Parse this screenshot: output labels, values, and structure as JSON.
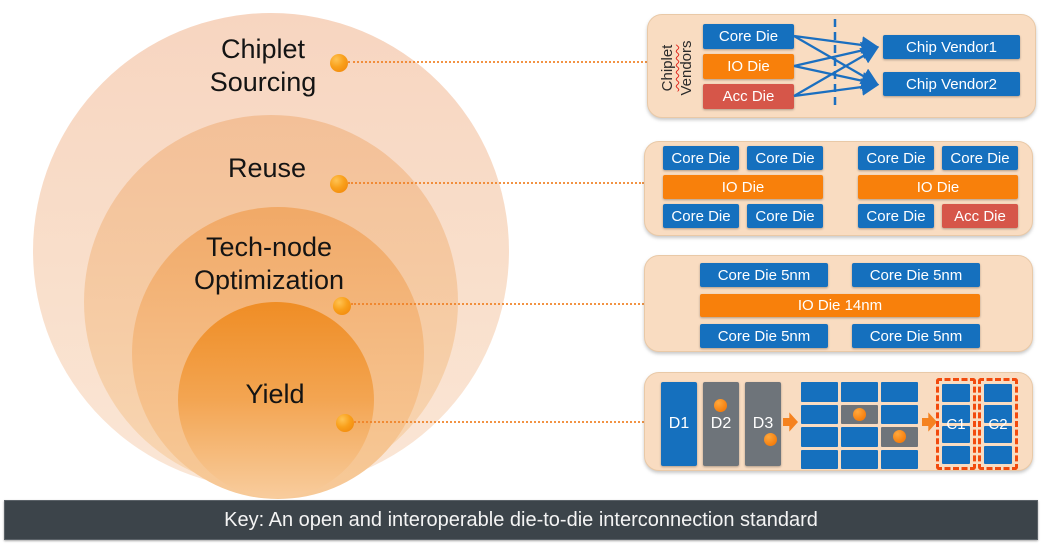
{
  "rings": [
    {
      "line1": "Chiplet",
      "line2": "Sourcing"
    },
    {
      "line1": "Reuse",
      "line2": ""
    },
    {
      "line1": "Tech-node",
      "line2": "Optimization"
    },
    {
      "line1": "Yield",
      "line2": ""
    }
  ],
  "panel_sourcing": {
    "vendor_label": {
      "line1": "Chiplet",
      "line2": "Vendors"
    },
    "dies": [
      {
        "label": "Core Die"
      },
      {
        "label": "IO Die"
      },
      {
        "label": "Acc Die"
      }
    ],
    "chip_vendors": [
      {
        "label": "Chip Vendor1"
      },
      {
        "label": "Chip Vendor2"
      }
    ]
  },
  "panel_reuse": {
    "left": {
      "top": [
        "Core Die",
        "Core Die"
      ],
      "io": "IO Die",
      "bottom": [
        "Core Die",
        "Core Die"
      ]
    },
    "right": {
      "top": [
        "Core Die",
        "Core Die"
      ],
      "io": "IO Die",
      "bottom": [
        "Core Die",
        "Acc Die"
      ]
    }
  },
  "panel_technode": {
    "top": [
      "Core Die 5nm",
      "Core  Die 5nm"
    ],
    "io": "IO Die 14nm",
    "bottom": [
      "Core Die 5nm",
      "Core Die 5nm"
    ]
  },
  "panel_yield": {
    "dies": [
      "D1",
      "D2",
      "D3"
    ],
    "chips": [
      "C1",
      "C2"
    ]
  },
  "footer": {
    "text": "Key: An open and interoperable die-to-die interconnection standard"
  },
  "colors": {
    "die_blue": "#1570be",
    "die_orange": "#f8800b",
    "die_red": "#d65649",
    "die_gray": "#6e747a",
    "panel_peach": "#f9dcc1",
    "connector_orange": "#f08124",
    "chip_outline": "#f24a0d",
    "footer_bar": "#3c444a"
  }
}
